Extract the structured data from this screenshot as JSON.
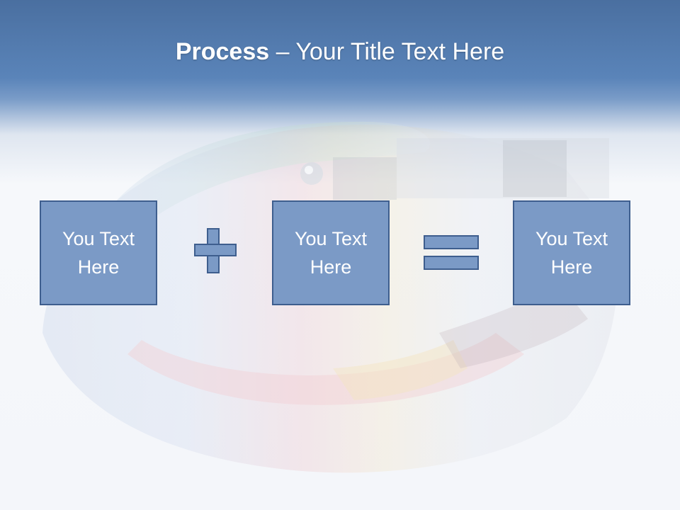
{
  "slide": {
    "title_bold": "Process",
    "title_rest": " – Your Title Text Here",
    "boxes": [
      {
        "label": "You Text Here"
      },
      {
        "label": "You Text Here"
      },
      {
        "label": "You Text Here"
      }
    ],
    "operators": [
      "plus",
      "equals"
    ],
    "colors": {
      "header_blue": "#5a84b9",
      "box_fill": "#7b9ac6",
      "box_border": "#3e5e8e",
      "text": "#ffffff"
    }
  }
}
